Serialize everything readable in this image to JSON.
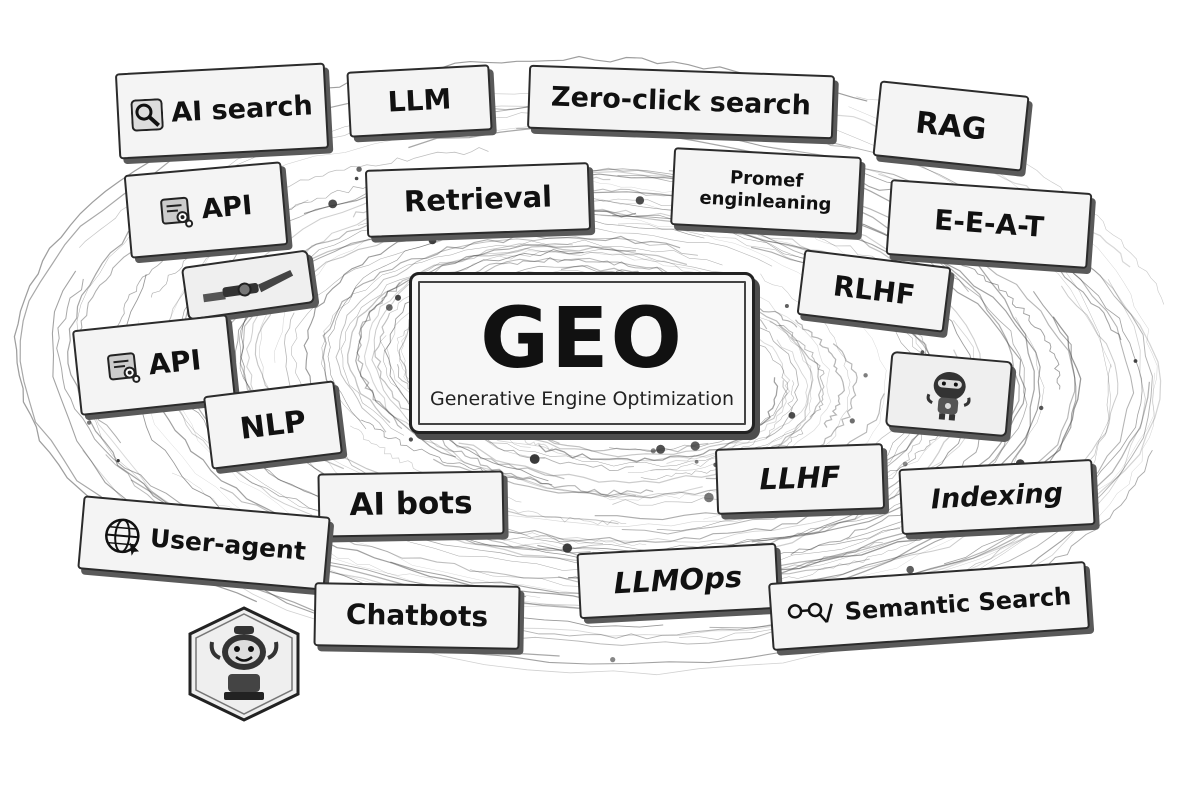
{
  "center": {
    "title": "GEO",
    "subtitle": "Generative Engine Optimization"
  },
  "tags": {
    "ai_search": "AI search",
    "llm": "LLM",
    "zero_click": "Zero-click search",
    "rag": "RAG",
    "api_top": "API",
    "retrieval": "Retrieval",
    "prompt_line1": "Promef",
    "prompt_line2": "enginleaning",
    "eeat": "E-E-A-T",
    "rlhf": "RLHF",
    "api_mid": "API",
    "nlp": "NLP",
    "llhf": "LLHF",
    "indexing": "Indexing",
    "ai_bots": "AI bots",
    "user_agent": "User-agent",
    "llmops": "LLMOps",
    "chatbots": "Chatbots",
    "semantic_search": "Semantic Search"
  },
  "icons": {
    "ai_search": "magnifier-icon",
    "api": "api-document-icon",
    "user_agent": "globe-icon",
    "semantic_search": "connected-nodes-icon",
    "robot": "robot-icon",
    "pipeline": "tool-pipeline-icon"
  },
  "colors": {
    "ink": "#111111",
    "card": "#f4f4f4",
    "shadow": "#5a5a5a",
    "pencil": "#3a3a3a"
  }
}
